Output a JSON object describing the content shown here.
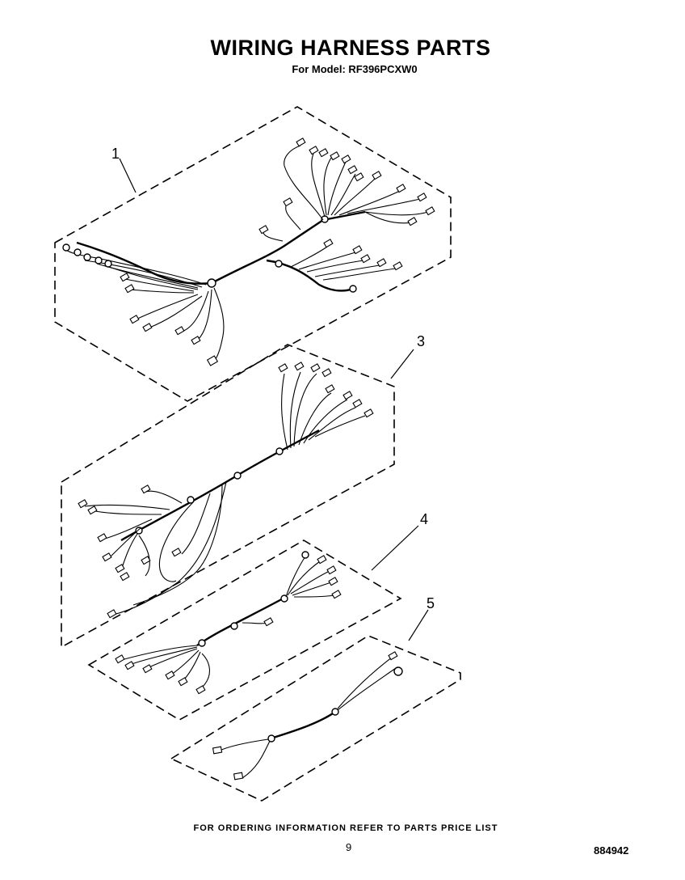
{
  "header": {
    "title": "WIRING HARNESS PARTS",
    "model_line": "For Model: RF396PCXW0"
  },
  "callouts": {
    "part_1": "1",
    "part_3": "3",
    "part_4": "4",
    "part_5": "5"
  },
  "footer": {
    "ordering_note": "FOR ORDERING INFORMATION REFER TO PARTS PRICE LIST",
    "page_number": "9",
    "document_number": "884942"
  }
}
